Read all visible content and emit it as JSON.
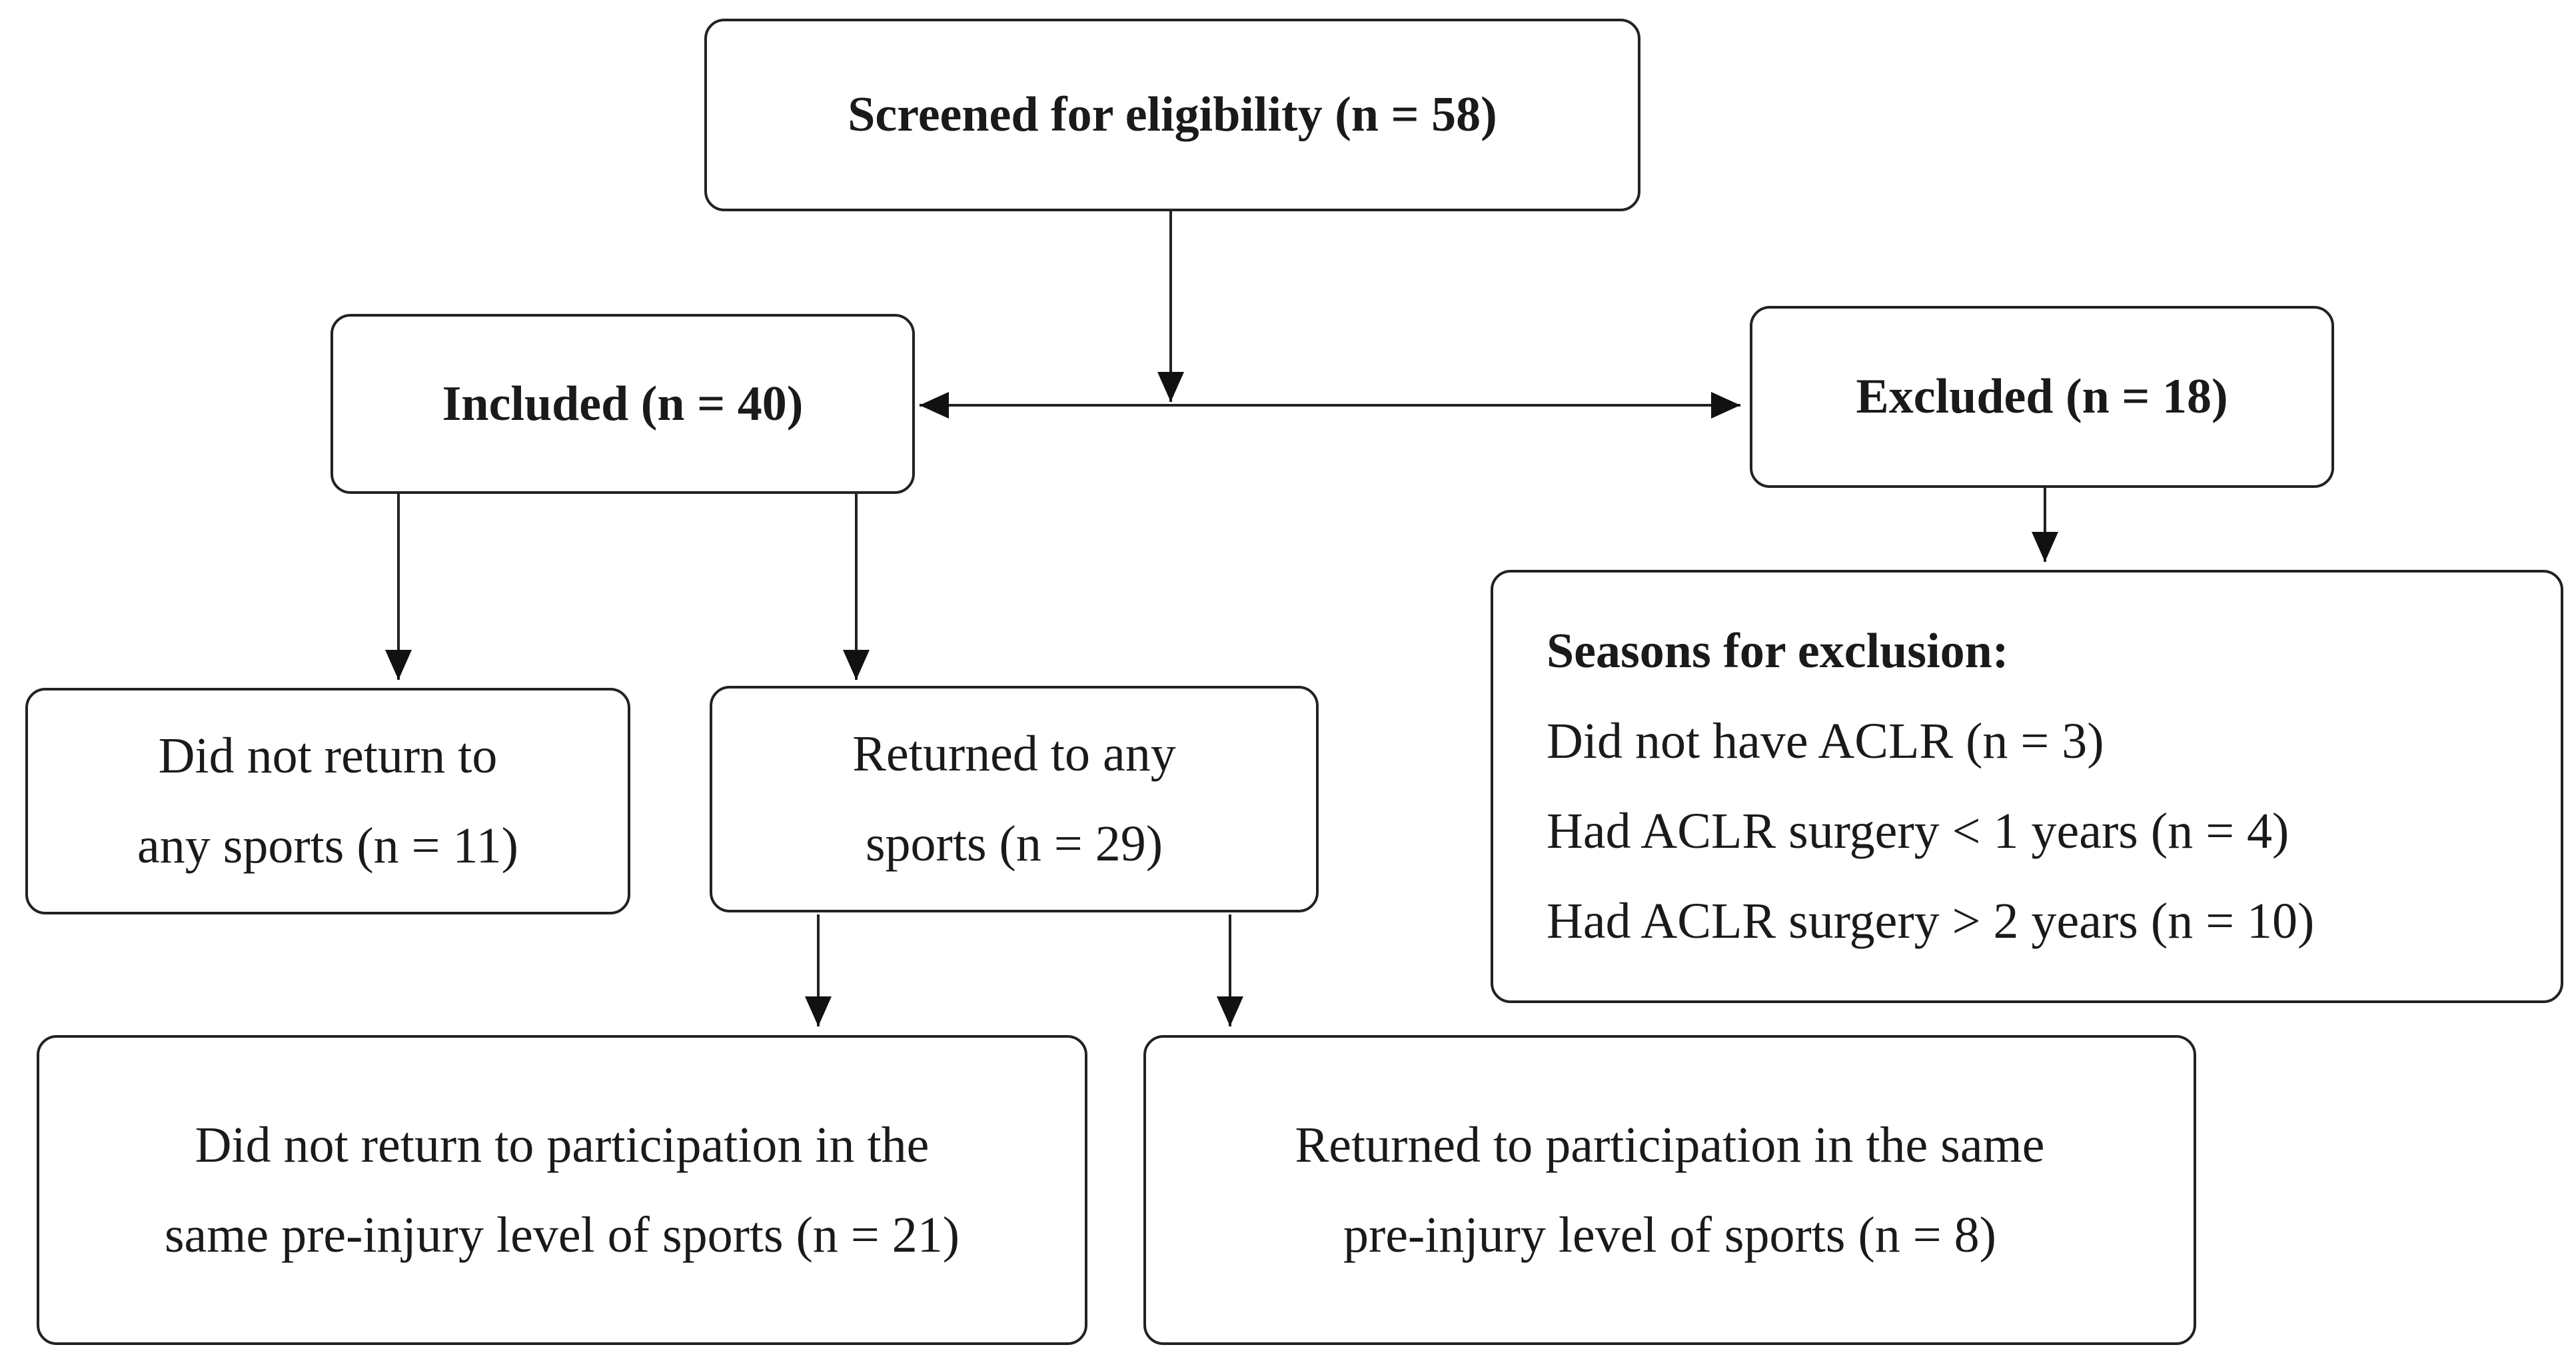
{
  "screened": "Screened for eligibility (n = 58)",
  "included": "Included (n = 40)",
  "excluded": "Excluded (n = 18)",
  "did_not_return": [
    "Did not return to",
    "any sports (n = 11)"
  ],
  "returned_any": [
    "Returned to any",
    "sports (n = 29)"
  ],
  "exclusion_reasons": {
    "title": "Seasons for exclusion:",
    "items": [
      "Did not have ACLR (n = 3)",
      "Had ACLR surgery < 1 years (n = 4)",
      "Had ACLR surgery > 2 years (n = 10)"
    ]
  },
  "not_same_level": [
    "Did not return to participation in the",
    "same pre-injury level of sports (n = 21)"
  ],
  "same_level": [
    "Returned to participation in the same",
    "pre-injury level of sports (n = 8)"
  ]
}
